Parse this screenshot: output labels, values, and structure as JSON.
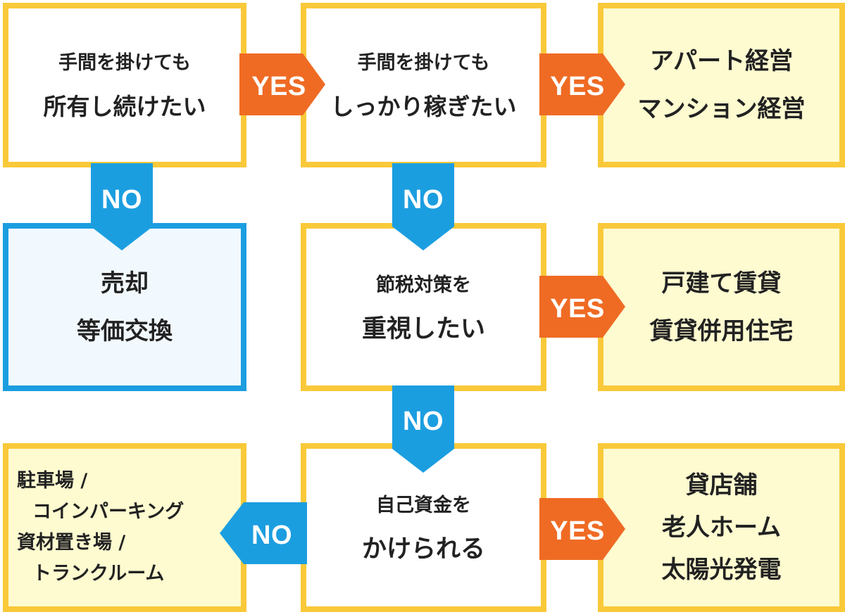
{
  "colors": {
    "yes_arrow": "#ef6b24",
    "no_arrow": "#1b9ee0",
    "box_border": "#f9c93a",
    "result_fill": "#fefbd0",
    "exit_border": "#1b9ee0",
    "exit_fill": "#f2f9fe"
  },
  "labels": {
    "yes": "YES",
    "no": "NO"
  },
  "questions": {
    "keep_owning": [
      "手間を掛けても",
      "所有し続けたい"
    ],
    "earn_solidly": [
      "手間を掛けても",
      "しっかり稼ぎたい"
    ],
    "tax_saving": [
      "節税対策を",
      "重視したい"
    ],
    "own_funds": [
      "自己資金を",
      "かけられる"
    ]
  },
  "results": {
    "sell": [
      "売却",
      "等価交換"
    ],
    "apartment": [
      "アパート経営",
      "マンション経営"
    ],
    "house_rental": [
      "戸建て賃貸",
      "賃貸併用住宅"
    ],
    "commercial": [
      "貸店舗",
      "老人ホーム",
      "太陽光発電"
    ],
    "land_use": [
      "駐車場 /",
      "コインパーキング",
      "資材置き場 /",
      "トランクルーム"
    ]
  }
}
